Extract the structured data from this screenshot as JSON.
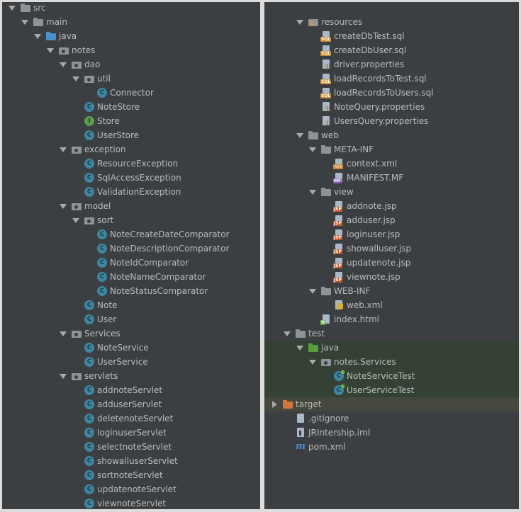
{
  "left_tree": [
    {
      "label": "src",
      "depth": 0,
      "arrow": "down",
      "icon": "folder"
    },
    {
      "label": "main",
      "depth": 1,
      "arrow": "down",
      "icon": "folder"
    },
    {
      "label": "java",
      "depth": 2,
      "arrow": "down",
      "icon": "folder-blue"
    },
    {
      "label": "notes",
      "depth": 3,
      "arrow": "down",
      "icon": "folder-pkg"
    },
    {
      "label": "dao",
      "depth": 4,
      "arrow": "down",
      "icon": "folder-pkg"
    },
    {
      "label": "util",
      "depth": 5,
      "arrow": "down",
      "icon": "folder-pkg"
    },
    {
      "label": "Connector",
      "depth": 6,
      "arrow": "none",
      "icon": "cls"
    },
    {
      "label": "NoteStore",
      "depth": 5,
      "arrow": "none",
      "icon": "cls"
    },
    {
      "label": "Store",
      "depth": 5,
      "arrow": "none",
      "icon": "iface"
    },
    {
      "label": "UserStore",
      "depth": 5,
      "arrow": "none",
      "icon": "cls"
    },
    {
      "label": "exception",
      "depth": 4,
      "arrow": "down",
      "icon": "folder-pkg"
    },
    {
      "label": "ResourceException",
      "depth": 5,
      "arrow": "none",
      "icon": "cls"
    },
    {
      "label": "SqlAccessException",
      "depth": 5,
      "arrow": "none",
      "icon": "cls"
    },
    {
      "label": "ValidationException",
      "depth": 5,
      "arrow": "none",
      "icon": "cls"
    },
    {
      "label": "model",
      "depth": 4,
      "arrow": "down",
      "icon": "folder-pkg"
    },
    {
      "label": "sort",
      "depth": 5,
      "arrow": "down",
      "icon": "folder-pkg"
    },
    {
      "label": "NoteCreateDateComparator",
      "depth": 6,
      "arrow": "none",
      "icon": "cls"
    },
    {
      "label": "NoteDescriptionComparator",
      "depth": 6,
      "arrow": "none",
      "icon": "cls"
    },
    {
      "label": "NoteIdComparator",
      "depth": 6,
      "arrow": "none",
      "icon": "cls"
    },
    {
      "label": "NoteNameComparator",
      "depth": 6,
      "arrow": "none",
      "icon": "cls"
    },
    {
      "label": "NoteStatusComparator",
      "depth": 6,
      "arrow": "none",
      "icon": "cls"
    },
    {
      "label": "Note",
      "depth": 5,
      "arrow": "none",
      "icon": "cls"
    },
    {
      "label": "User",
      "depth": 5,
      "arrow": "none",
      "icon": "cls"
    },
    {
      "label": "Services",
      "depth": 4,
      "arrow": "down",
      "icon": "folder-pkg"
    },
    {
      "label": "NoteService",
      "depth": 5,
      "arrow": "none",
      "icon": "cls"
    },
    {
      "label": "UserService",
      "depth": 5,
      "arrow": "none",
      "icon": "cls"
    },
    {
      "label": "servlets",
      "depth": 4,
      "arrow": "down",
      "icon": "folder-pkg"
    },
    {
      "label": "addnoteServlet",
      "depth": 5,
      "arrow": "none",
      "icon": "cls"
    },
    {
      "label": "adduserServlet",
      "depth": 5,
      "arrow": "none",
      "icon": "cls"
    },
    {
      "label": "deletenoteServlet",
      "depth": 5,
      "arrow": "none",
      "icon": "cls"
    },
    {
      "label": "loginuserServlet",
      "depth": 5,
      "arrow": "none",
      "icon": "cls"
    },
    {
      "label": "selectnoteServlet",
      "depth": 5,
      "arrow": "none",
      "icon": "cls"
    },
    {
      "label": "showalluserServlet",
      "depth": 5,
      "arrow": "none",
      "icon": "cls"
    },
    {
      "label": "sortnoteServlet",
      "depth": 5,
      "arrow": "none",
      "icon": "cls"
    },
    {
      "label": "updatenoteServlet",
      "depth": 5,
      "arrow": "none",
      "icon": "cls"
    },
    {
      "label": "viewnoteServlet",
      "depth": 5,
      "arrow": "none",
      "icon": "cls"
    }
  ],
  "right_tree": [
    {
      "label": "",
      "depth": 2,
      "arrow": "none",
      "icon": "blank"
    },
    {
      "label": "resources",
      "depth": 2,
      "arrow": "down",
      "icon": "folder-res"
    },
    {
      "label": "createDbTest.sql",
      "depth": 3,
      "arrow": "none",
      "icon": "sql"
    },
    {
      "label": "createDbUser.sql",
      "depth": 3,
      "arrow": "none",
      "icon": "sql"
    },
    {
      "label": "driver.properties",
      "depth": 3,
      "arrow": "none",
      "icon": "props"
    },
    {
      "label": "loadRecordsToTest.sql",
      "depth": 3,
      "arrow": "none",
      "icon": "sql"
    },
    {
      "label": "loadRecordsToUsers.sql",
      "depth": 3,
      "arrow": "none",
      "icon": "sql"
    },
    {
      "label": "NoteQuery.properties",
      "depth": 3,
      "arrow": "none",
      "icon": "props"
    },
    {
      "label": "UsersQuery.properties",
      "depth": 3,
      "arrow": "none",
      "icon": "props"
    },
    {
      "label": "web",
      "depth": 2,
      "arrow": "down",
      "icon": "folder"
    },
    {
      "label": "META-INF",
      "depth": 3,
      "arrow": "down",
      "icon": "folder"
    },
    {
      "label": "context.xml",
      "depth": 4,
      "arrow": "none",
      "icon": "xml"
    },
    {
      "label": "MANIFEST.MF",
      "depth": 4,
      "arrow": "none",
      "icon": "mf"
    },
    {
      "label": "view",
      "depth": 3,
      "arrow": "down",
      "icon": "folder"
    },
    {
      "label": "addnote.jsp",
      "depth": 4,
      "arrow": "none",
      "icon": "jsp"
    },
    {
      "label": "adduser.jsp",
      "depth": 4,
      "arrow": "none",
      "icon": "jsp"
    },
    {
      "label": "loginuser.jsp",
      "depth": 4,
      "arrow": "none",
      "icon": "jsp"
    },
    {
      "label": "showalluser.jsp",
      "depth": 4,
      "arrow": "none",
      "icon": "jsp"
    },
    {
      "label": "updatenote.jsp",
      "depth": 4,
      "arrow": "none",
      "icon": "jsp"
    },
    {
      "label": "viewnote.jsp",
      "depth": 4,
      "arrow": "none",
      "icon": "jsp"
    },
    {
      "label": "WEB-INF",
      "depth": 3,
      "arrow": "down",
      "icon": "folder"
    },
    {
      "label": "web.xml",
      "depth": 4,
      "arrow": "none",
      "icon": "webxml"
    },
    {
      "label": "index.html",
      "depth": 3,
      "arrow": "none",
      "icon": "html"
    },
    {
      "label": "test",
      "depth": 1,
      "arrow": "down",
      "icon": "folder"
    },
    {
      "label": "java",
      "depth": 2,
      "arrow": "down",
      "icon": "folder-green",
      "hl": "hl"
    },
    {
      "label": "notes.Services",
      "depth": 3,
      "arrow": "down",
      "icon": "folder-pkg",
      "hl": "hl"
    },
    {
      "label": "NoteServiceTest",
      "depth": 4,
      "arrow": "none",
      "icon": "test-cls",
      "hl": "hl"
    },
    {
      "label": "UserServiceTest",
      "depth": 4,
      "arrow": "none",
      "icon": "test-cls",
      "hl": "hl"
    },
    {
      "label": "target",
      "depth": 0,
      "arrow": "right",
      "icon": "folder-orange",
      "hl": "hl2"
    },
    {
      "label": ".gitignore",
      "depth": 1,
      "arrow": "none",
      "icon": "git"
    },
    {
      "label": "JRIntership.iml",
      "depth": 1,
      "arrow": "none",
      "icon": "iml"
    },
    {
      "label": "pom.xml",
      "depth": 1,
      "arrow": "none",
      "icon": "maven"
    }
  ],
  "icon_badges": {
    "sql": "SQL",
    "jsp": "JSP",
    "mf": "MF",
    "xml": "</>",
    "html": "H",
    "maven": "m"
  },
  "colors": {
    "panel_bg": "#3c3f41",
    "text": "#bbbbbb",
    "highlight_test": "#344134",
    "highlight_excluded": "#45483c"
  }
}
